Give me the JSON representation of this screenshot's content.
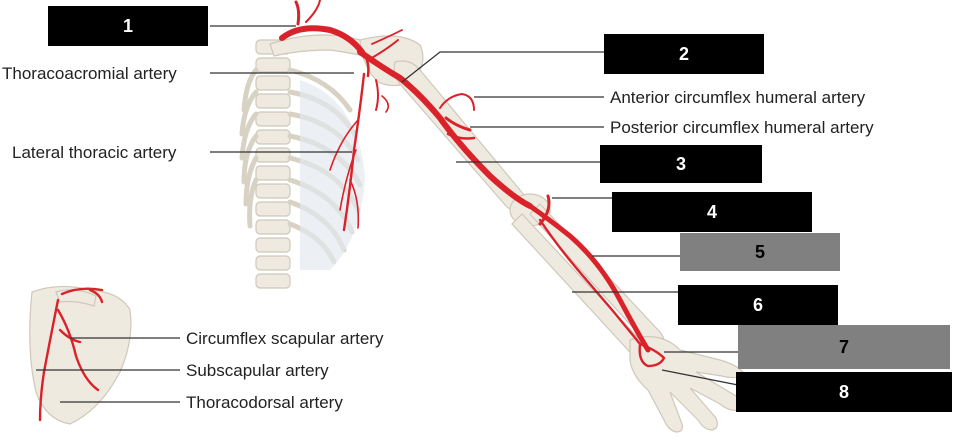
{
  "labels": {
    "thoracoacromial": "Thoracoacromial artery",
    "lateral_thoracic": "Lateral thoracic artery",
    "anterior_circumflex": "Anterior circumflex humeral artery",
    "posterior_circumflex": "Posterior circumflex humeral artery",
    "circumflex_scapular": "Circumflex scapular artery",
    "subscapular": "Subscapular artery",
    "thoracodorsal": "Thoracodorsal artery"
  },
  "boxes": [
    "1",
    "2",
    "3",
    "4",
    "5",
    "6",
    "7",
    "8"
  ],
  "colors": {
    "artery": "#d9222a",
    "bone": "#efeae0",
    "bone_outline": "#cfc8ba",
    "leader": "#333333",
    "box_dark": "#000000",
    "box_gray": "#808080"
  }
}
